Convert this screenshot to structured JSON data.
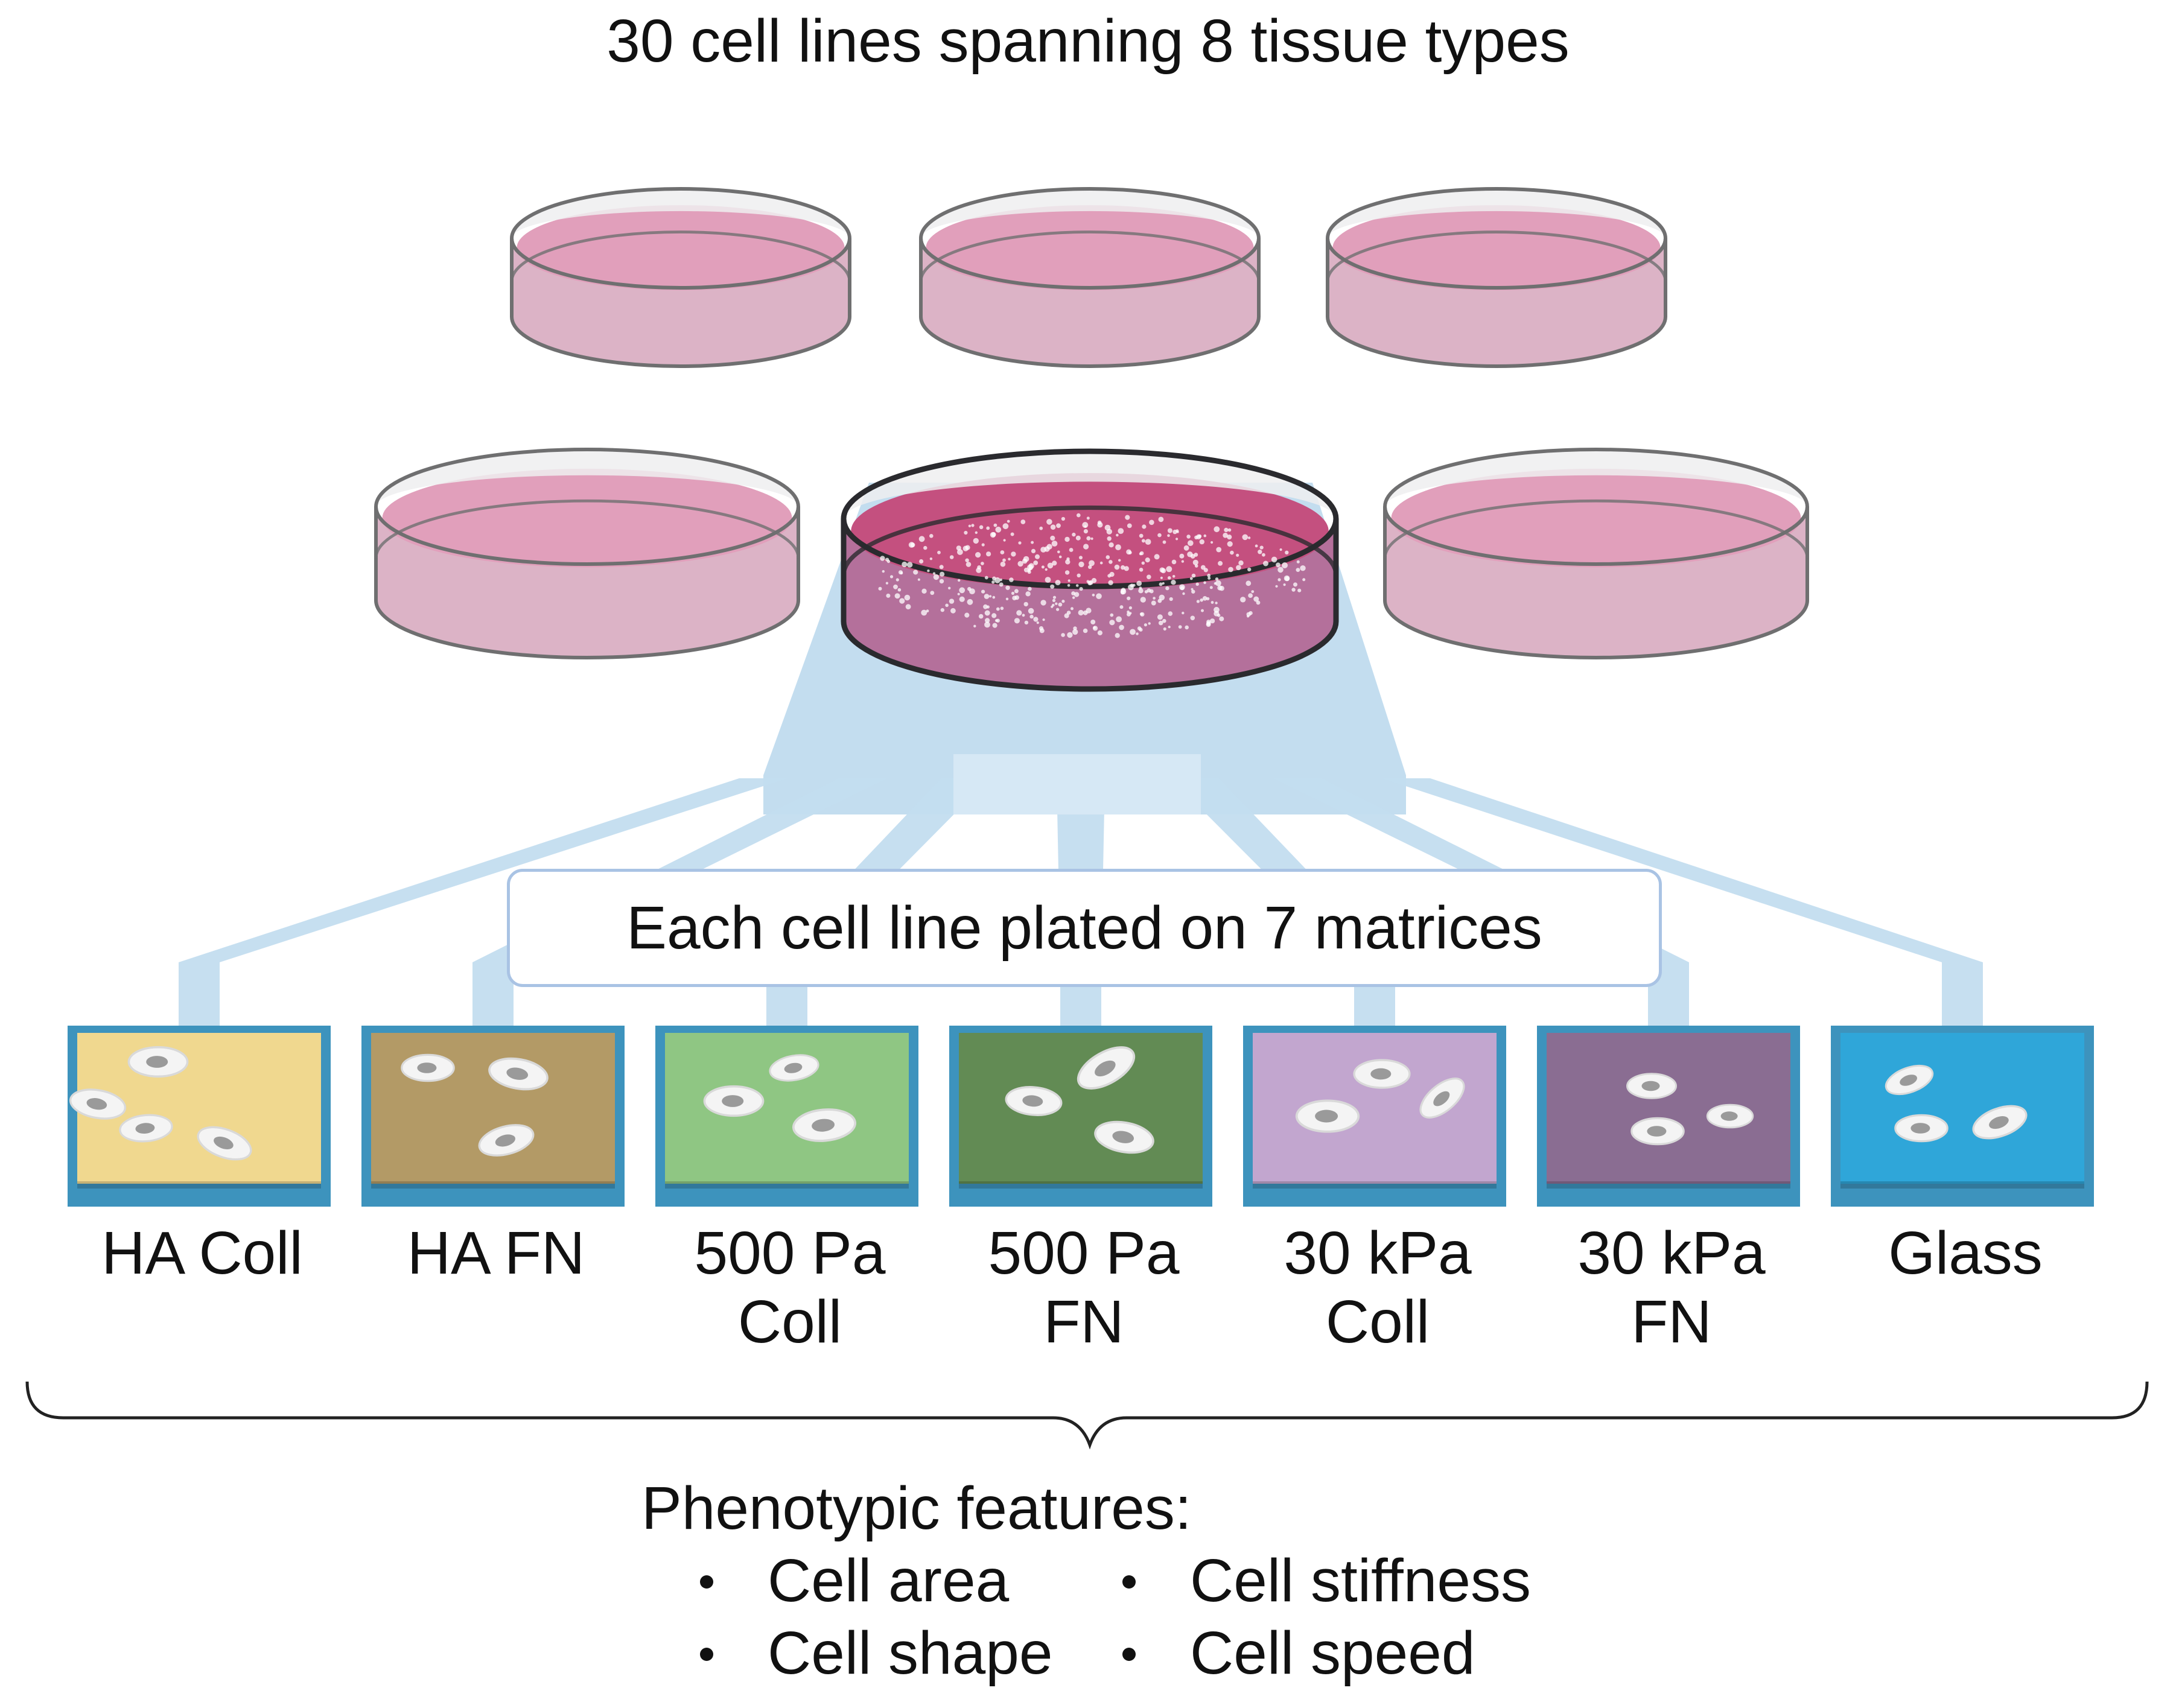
{
  "title": "30 cell lines spanning 8 tissue types",
  "callout": "Each cell line plated on 7 matrices",
  "matrices": [
    {
      "label": "HA Coll",
      "color": "#f0d88f"
    },
    {
      "label": "HA FN",
      "color": "#b39a66"
    },
    {
      "label": "500 Pa\nColl",
      "color": "#8fc683"
    },
    {
      "label": "500 Pa\nFN",
      "color": "#628b54"
    },
    {
      "label": "30 kPa\nColl",
      "color": "#c2a6cf"
    },
    {
      "label": "30 kPa\nFN",
      "color": "#8a6d92"
    },
    {
      "label": "Glass",
      "color": "#2fa6d9"
    }
  ],
  "features": {
    "heading": "Phenotypic features:",
    "items": [
      "Cell area",
      "Cell stiffness",
      "Cell shape",
      "Cell speed"
    ]
  },
  "colors": {
    "dish_medium": "#e19fbb",
    "dish_wall": "#dcb3c6",
    "dish_rim": "#6f6f70",
    "funnel": "#c3ddef",
    "tile_edge": "#3d93bd",
    "callout_border": "#a9c3e4"
  }
}
